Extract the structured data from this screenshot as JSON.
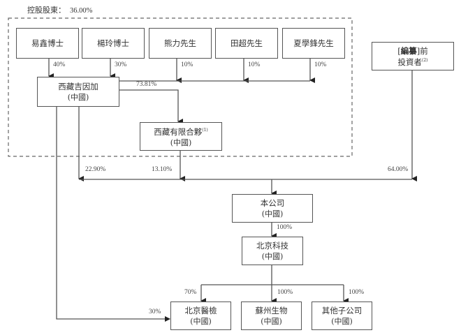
{
  "title": {
    "label": "控股股東：",
    "value": "36.00%"
  },
  "entities": {
    "yi_xin": {
      "name": "易鑫博士"
    },
    "yang_ling": {
      "name": "楊玲博士"
    },
    "xiong_li": {
      "name": "熊力先生"
    },
    "tian_chao": {
      "name": "田超先生"
    },
    "xia_xuefeng": {
      "name": "夏學鋒先生"
    },
    "pre_ipo": {
      "bracket_open": "[",
      "redacted": "編纂",
      "bracket_close": "]前",
      "line2": "投資者",
      "note": "(2)"
    },
    "tibet_jyj": {
      "name": "西藏吉因加",
      "region": "(中國)"
    },
    "tibet_lp": {
      "name": "西藏有限合夥",
      "note": "(1)",
      "region": "(中國)"
    },
    "company": {
      "name": "本公司",
      "region": "(中國)"
    },
    "beijing_tech": {
      "name": "北京科技",
      "region": "(中國)"
    },
    "beijing_lab": {
      "name": "北京醫檢",
      "region": "(中國)"
    },
    "suzhou_bio": {
      "name": "蘇州生物",
      "region": "(中國)"
    },
    "other_subs": {
      "name": "其他子公司",
      "region": "(中國)"
    }
  },
  "edges": {
    "yi_xin_to_jyj": "40%",
    "yang_ling_to_jyj": "30%",
    "xiong_li_to_jyj": "10%",
    "tian_chao_to_jyj": "10%",
    "xia_to_jyj": "10%",
    "jyj_to_lp": "73.81%",
    "jyj_to_company": "22.90%",
    "lp_to_company": "13.10%",
    "pre_ipo_to_company": "64.00%",
    "company_to_tech": "100%",
    "tech_to_lab": "70%",
    "tech_to_suzhou": "100%",
    "tech_to_other": "100%",
    "jyj_to_lab": "30%"
  },
  "colors": {
    "line": "#555555",
    "dashed_group": "#666666"
  }
}
